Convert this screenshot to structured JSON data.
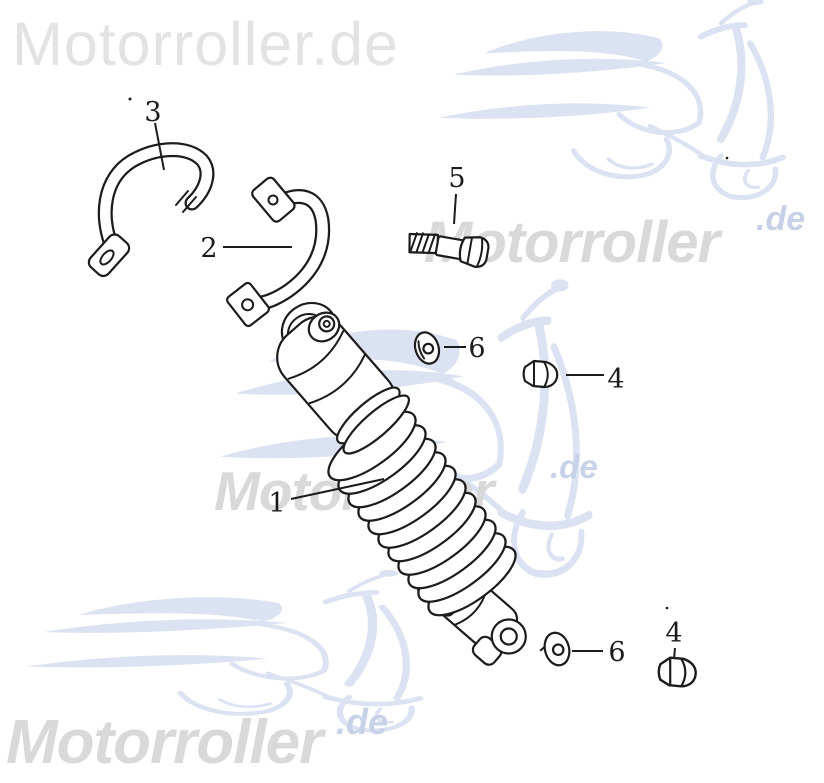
{
  "watermarks": {
    "top_left_text": "Motorroller.de",
    "brand_word": "Motorroller",
    "brand_tld": ".de"
  },
  "callouts": {
    "c1": "1",
    "c2": "2",
    "c3": "3",
    "c4": "4",
    "c5": "5",
    "c6": "6"
  },
  "parts": [
    {
      "number": "1",
      "depicts": "rear-shock-absorber"
    },
    {
      "number": "2",
      "depicts": "holder-bracket-short"
    },
    {
      "number": "3",
      "depicts": "holder-bracket-long"
    },
    {
      "number": "4",
      "depicts": "cap-nut",
      "occurrences": 2
    },
    {
      "number": "5",
      "depicts": "hex-bolt"
    },
    {
      "number": "6",
      "depicts": "washer",
      "occurrences": 2
    }
  ],
  "colors": {
    "ink": "#1c1c1c",
    "wm_gray": "#d9d9d9",
    "wm_gray_light": "#e3e3e3",
    "wm_blue": "#c7d2e8",
    "scooter_blue": "#dbe2f2"
  }
}
